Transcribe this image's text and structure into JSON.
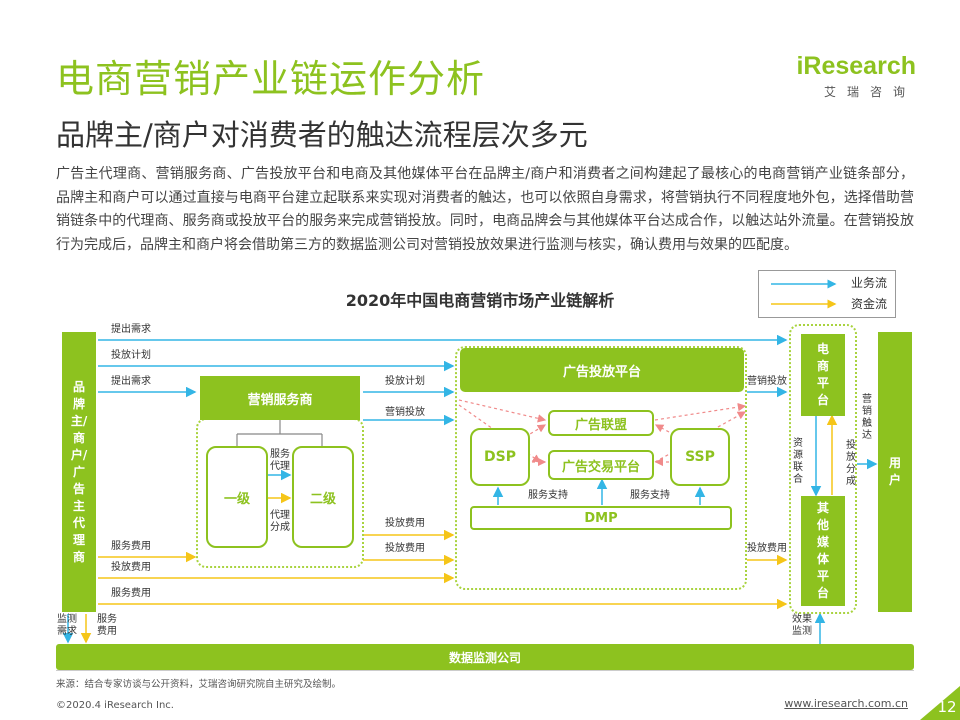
{
  "header": {
    "title": "电商营销产业链运作分析",
    "subtitle": "品牌主/商户对消费者的触达流程层次多元",
    "logo_brand": "iResearch",
    "logo_sub": "艾瑞咨询"
  },
  "description": "广告主代理商、营销服务商、广告投放平台和电商及其他媒体平台在品牌主/商户和消费者之间构建起了最核心的电商营销产业链条部分，品牌主和商户可以通过直接与电商平台建立起联系来实现对消费者的触达，也可以依照自身需求，将营销执行不同程度地外包，选择借助营销链条中的代理商、服务商或投放平台的服务来完成营销投放。同时，电商品牌会与其他媒体平台达成合作，以触达站外流量。在营销投放行为完成后，品牌主和商户将会借助第三方的数据监测公司对营销投放效果进行监测与核实，确认费用与效果的匹配度。",
  "diagram": {
    "title": "2020年中国电商营销市场产业链解析",
    "legend": {
      "business_flow": "业务流",
      "fund_flow": "资金流"
    },
    "colors": {
      "accent": "#8dc21f",
      "business_arrow": "#33b5e5",
      "fund_arrow": "#f5c518",
      "dashed_red": "#f08a8a"
    },
    "nodes": {
      "brand": "品牌主/商户/广告主代理商",
      "service_provider": "营销服务商",
      "level1": "一级",
      "level2": "二级",
      "ad_platform": "广告投放平台",
      "ad_alliance": "广告联盟",
      "ad_exchange": "广告交易平台",
      "dsp": "DSP",
      "ssp": "SSP",
      "dmp": "DMP",
      "ecommerce": "电商平台",
      "other_media": "其他媒体平台",
      "users": "用户",
      "data_monitor": "数据监测公司"
    },
    "labels": {
      "submit_need_1": "提出需求",
      "ad_plan_1": "投放计划",
      "submit_need_2": "提出需求",
      "ad_plan_2": "投放计划",
      "marketing_delivery_1": "营销投放",
      "marketing_delivery_2": "营销投放",
      "ad_fee_1": "投放费用",
      "ad_fee_2": "投放费用",
      "ad_fee_3": "投放费用",
      "ad_fee_4": "投放费用",
      "service_fee_1": "服务费用",
      "service_fee_2": "服务费用",
      "service_agent": "服务代理",
      "agent_share": "代理分成",
      "service_support_1": "服务支持",
      "service_support_2": "服务支持",
      "resource_alliance": "资源联合",
      "delivery_share": "投放分成",
      "marketing_reach": "营销触达",
      "monitor_need": "监测需求",
      "service_fee_3": "服务费用",
      "effect_monitor": "效果监测"
    }
  },
  "footer": {
    "source": "来源：结合专家访谈与公开资料，艾瑞咨询研究院自主研究及绘制。",
    "copyright": "©2020.4 iResearch Inc.",
    "website": "www.iresearch.com.cn",
    "page": "12"
  }
}
